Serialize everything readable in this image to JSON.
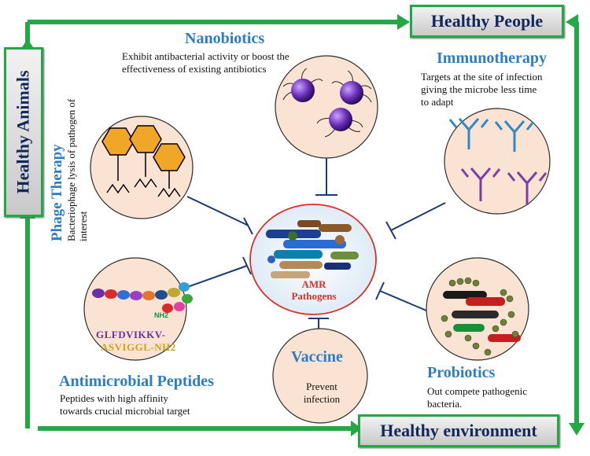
{
  "frame": {
    "healthy_people": "Healthy People",
    "healthy_animals": "Healthy Animals",
    "healthy_environment": "Healthy environment"
  },
  "center": {
    "line1": "AMR",
    "line2": "Pathogens"
  },
  "nanobiotics": {
    "title": "Nanobiotics",
    "desc_line1": "Exhibit antibacterial activity or boost the",
    "desc_line2": "effectiveness of existing antibiotics"
  },
  "immunotherapy": {
    "title": "Immunotherapy",
    "desc_line1": "Targets at the site of infection",
    "desc_line2": "giving the microbe less time",
    "desc_line3": "to adapt"
  },
  "phage": {
    "title": "Phage Therapy",
    "desc_line1": "Bacteriophage lysis of pathogen of",
    "desc_line2": "interest"
  },
  "peptides": {
    "title": "Antimicrobial Peptides",
    "desc_line1": "Peptides with high affinity",
    "desc_line2": "towards crucial microbial target",
    "nh2_label": "NH2",
    "seq_line1": "GLFDVIKKV-",
    "seq_line2": "ASVIGGL-NH2"
  },
  "vaccine": {
    "title": "Vaccine",
    "desc_line1": "Prevent",
    "desc_line2": "infection"
  },
  "probiotics": {
    "title": "Probiotics",
    "desc_line1": "Out compete pathogenic",
    "desc_line2": "bacteria."
  },
  "colors": {
    "frame_green": "#22a845",
    "title_blue": "#2c7dc4",
    "label_navy": "#12285a",
    "circle_fill": "#fbe3d3",
    "center_red": "#d9302a",
    "inhibit_line": "#1f3a6e"
  }
}
